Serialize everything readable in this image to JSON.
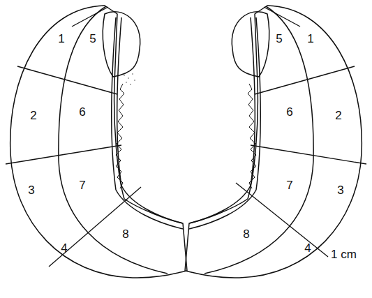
{
  "diagram": {
    "labels": [
      "1",
      "5",
      "2",
      "6",
      "3",
      "7",
      "4",
      "8",
      "5",
      "1",
      "6",
      "2",
      "7",
      "3",
      "8",
      "4",
      "1 cm"
    ]
  }
}
